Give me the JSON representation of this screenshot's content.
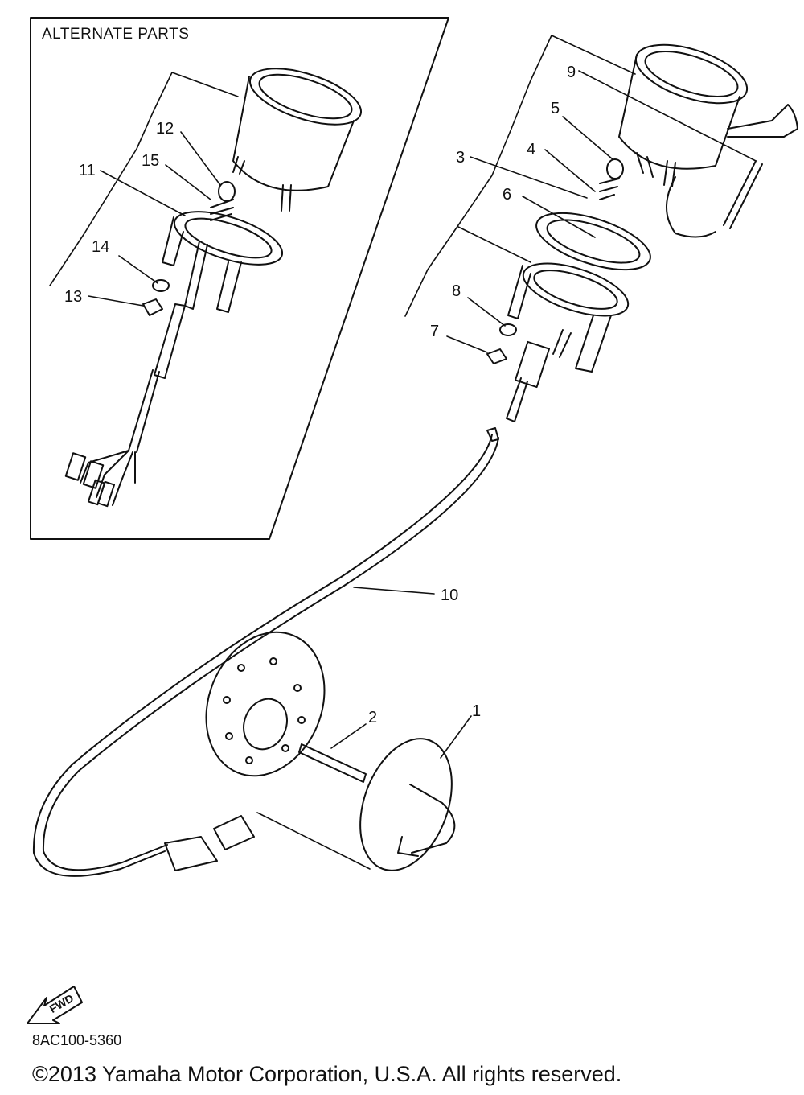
{
  "panel": {
    "title": "ALTERNATE PARTS"
  },
  "callouts": {
    "p1": "1",
    "p2": "2",
    "p3": "3",
    "p4": "4",
    "p5": "5",
    "p6": "6",
    "p7": "7",
    "p8": "8",
    "p9": "9",
    "p10": "10",
    "p11": "11",
    "p12": "12",
    "p13": "13",
    "p14": "14",
    "p15": "15"
  },
  "fwd_label": "FWD",
  "diagram_code": "8AC100-5360",
  "copyright": "©2013 Yamaha Motor Corporation, U.S.A. All rights reserved.",
  "icons": [
    "fwd-arrow-icon"
  ],
  "colors": {
    "ink": "#111111",
    "paper": "#ffffff"
  }
}
